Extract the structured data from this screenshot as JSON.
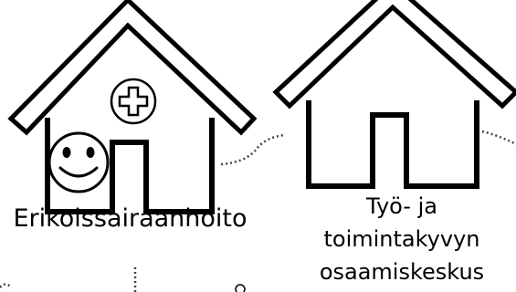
{
  "houses": [
    {
      "label_lines": [
        "Erikoissairaanhoito"
      ],
      "icons": [
        "medical-cross-icon",
        "smiley-face-icon"
      ]
    },
    {
      "label_lines": [
        "Työ- ja",
        "toimintakyvyn",
        "osaamiskeskus"
      ],
      "icons": []
    }
  ],
  "colors": {
    "stroke": "#000000",
    "fill": "#ffffff",
    "connector": "#444444"
  }
}
